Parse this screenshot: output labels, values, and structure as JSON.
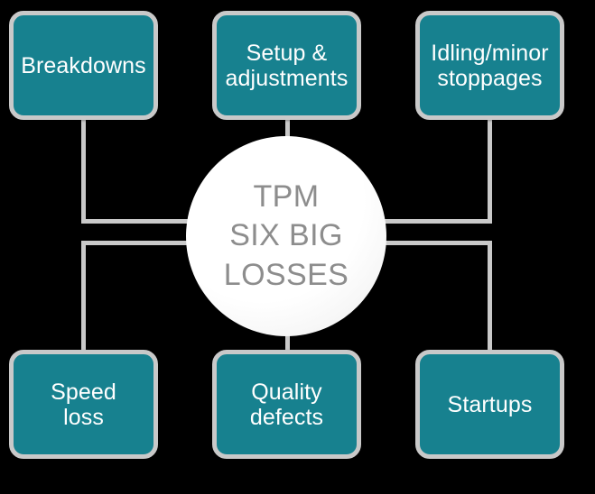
{
  "diagram": {
    "kind": "hub-and-spoke",
    "background_color": "#000000",
    "node_fill_color": "#17818F",
    "node_border_color": "#C9C9C9",
    "node_text_color": "#FFFFFF",
    "connector_color": "#C9C9C9",
    "hub_fill_color": "#FFFFFF",
    "hub_text_color": "#8D8D8D"
  },
  "hub": {
    "lines": [
      "TPM",
      "SIX BIG",
      "LOSSES"
    ],
    "line1": "TPM",
    "line2": "SIX BIG",
    "line3": "LOSSES"
  },
  "nodes": [
    {
      "id": "breakdowns",
      "line1": "Breakdowns",
      "line2": "",
      "position": "top-left"
    },
    {
      "id": "setup",
      "line1": "Setup &",
      "line2": "adjustments",
      "position": "top-center"
    },
    {
      "id": "idling",
      "line1": "Idling/minor",
      "line2": "stoppages",
      "position": "top-right"
    },
    {
      "id": "speed-loss",
      "line1": "Speed",
      "line2": "loss",
      "position": "bottom-left"
    },
    {
      "id": "quality-defects",
      "line1": "Quality",
      "line2": "defects",
      "position": "bottom-center"
    },
    {
      "id": "startups",
      "line1": "Startups",
      "line2": "",
      "position": "bottom-right"
    }
  ]
}
